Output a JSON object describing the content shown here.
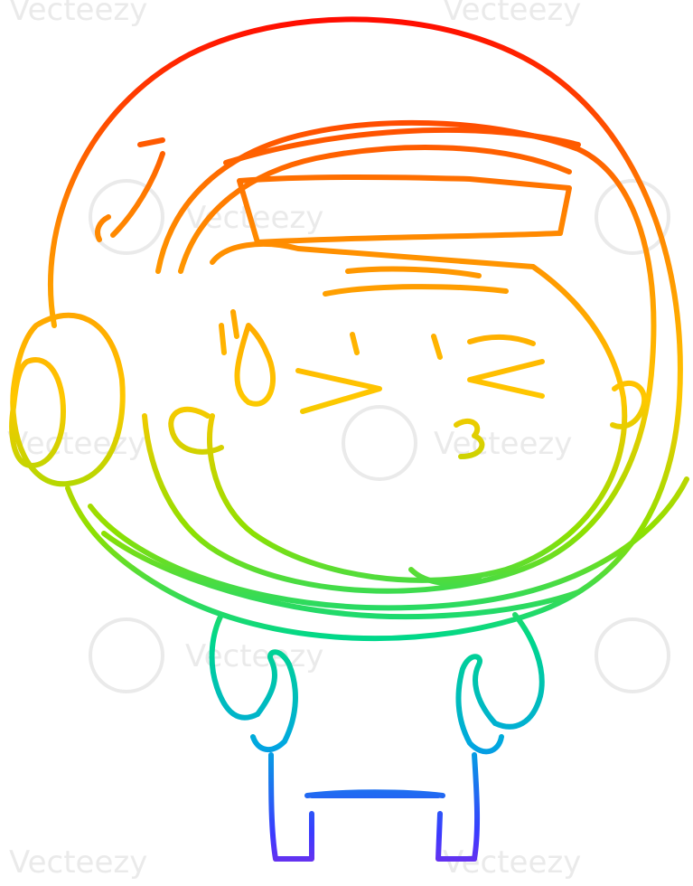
{
  "image": {
    "subject": "cartoon astronaut",
    "style": "rainbow gradient line drawing",
    "gradient_colors": [
      "#ff0000",
      "#ff7a00",
      "#ffd000",
      "#7ddf00",
      "#00d88a",
      "#00a8e0",
      "#3a3aff",
      "#8a2be2"
    ],
    "background": "#ffffff"
  },
  "watermark": {
    "text": "Vecteezy"
  }
}
